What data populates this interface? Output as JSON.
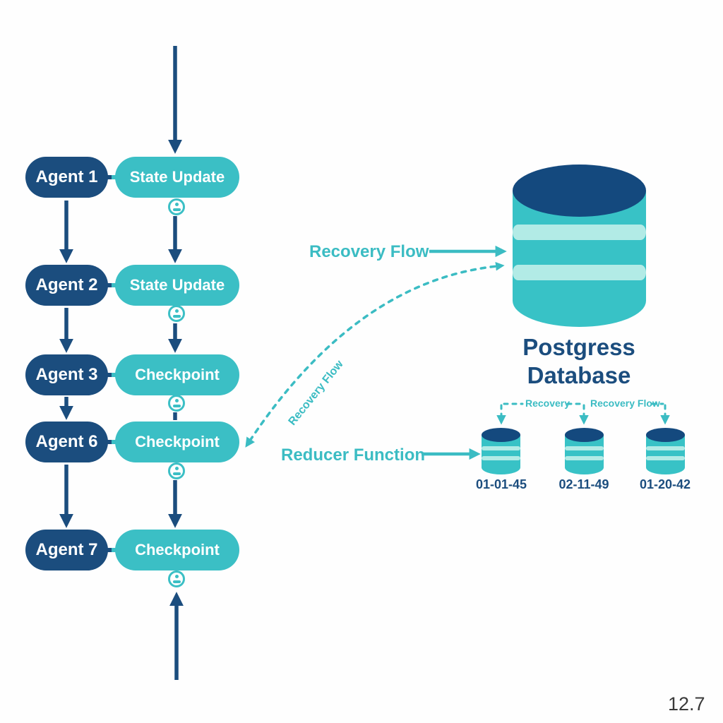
{
  "colors": {
    "navy": "#1b4d7e",
    "teal": "#3bbfc5",
    "teal_label": "#3bbcc3",
    "db_top_navy": "#14497e",
    "db_band_light": "#b2ebe6",
    "page_number_gray": "#3a3a3a",
    "background": "#fefefe"
  },
  "flow": {
    "rows": [
      {
        "agent": "Agent 1",
        "stage": "State Update"
      },
      {
        "agent": "Agent 2",
        "stage": "State Update"
      },
      {
        "agent": "Agent 3",
        "stage": "Checkpoint"
      },
      {
        "agent": "Agent 6",
        "stage": "Checkpoint"
      },
      {
        "agent": "Agent 7",
        "stage": "Checkpoint"
      }
    ],
    "node_icon": "user-icon"
  },
  "database": {
    "title": "Postgress Database",
    "icon": "database-icon"
  },
  "labels": {
    "recovery_flow": "Recovery Flow",
    "recovery_flow_curve": "Recovery Flow",
    "reducer_function": "Reducer Function",
    "mini_recovery": "Recovery",
    "mini_recovery_flow": "Recovery Flow"
  },
  "checkpoint_snapshots": [
    {
      "id": "01-01-45",
      "icon": "database-icon"
    },
    {
      "id": "02-11-49",
      "icon": "database-icon"
    },
    {
      "id": "01-20-42",
      "icon": "database-icon"
    }
  ],
  "page_number": "12.7"
}
